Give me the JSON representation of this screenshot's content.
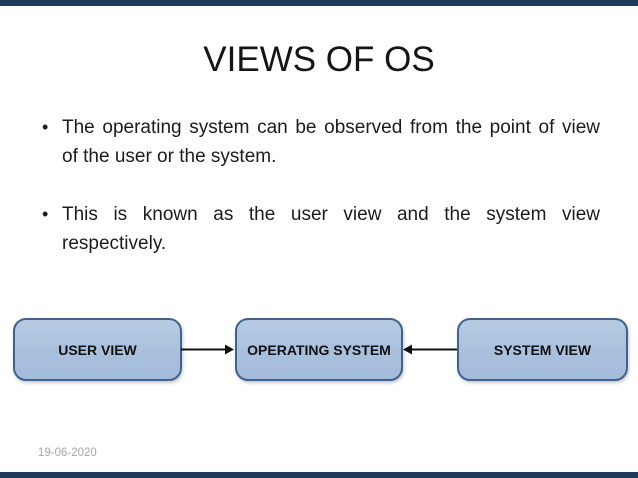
{
  "slide": {
    "title": "VIEWS OF OS",
    "bullet_marker": "•",
    "bullets": [
      {
        "lines": [
          "The operating system can be observed from the point of view",
          "of the user or the system."
        ]
      },
      {
        "lines": [
          "This is known as the user view and the system view",
          "respectively."
        ]
      }
    ],
    "diagram": {
      "boxes": [
        {
          "label": "USER VIEW"
        },
        {
          "label": "OPERATING SYSTEM"
        },
        {
          "label": "SYSTEM VIEW"
        }
      ],
      "arrows": [
        {
          "from": "USER VIEW",
          "to": "OPERATING SYSTEM",
          "direction": "right"
        },
        {
          "from": "SYSTEM VIEW",
          "to": "OPERATING SYSTEM",
          "direction": "left"
        }
      ]
    },
    "footer": {
      "date": "19-06-2020"
    },
    "colors": {
      "edge_bar": "#203a5c",
      "box_fill": "#a9c0dd",
      "box_border": "#41618e",
      "title_text": "#151515",
      "body_text": "#1c1c1c",
      "date_text": "#a6a6a6",
      "arrow": "#111111"
    }
  }
}
